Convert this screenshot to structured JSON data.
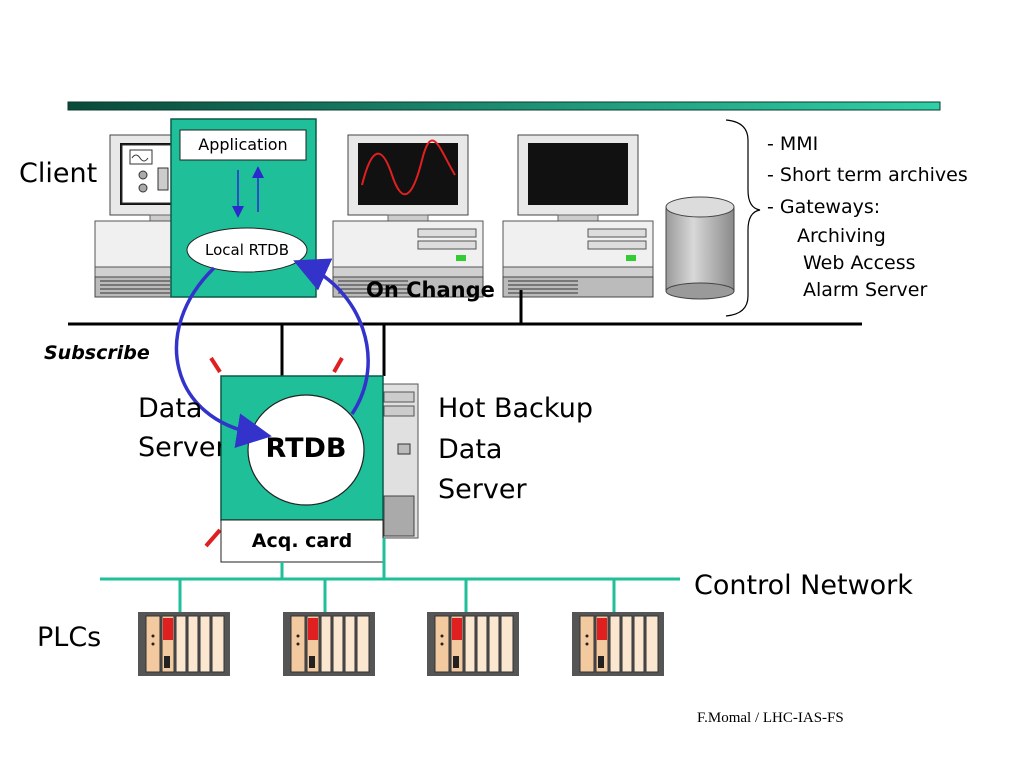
{
  "labels": {
    "client": "Client",
    "application": "Application",
    "local_rtdb": "Local RTDB",
    "on_change": "On Change",
    "subscribe": "Subscribe",
    "data_server_line1": "Data",
    "data_server_line2": "Server",
    "rtdb": "RTDB",
    "acq_card": "Acq. card",
    "hot_backup_line1": "Hot Backup",
    "hot_backup_line2": "Data",
    "hot_backup_line3": "Server",
    "control_network": "Control Network",
    "plcs": "PLCs",
    "footer": "F.Momal / LHC-IAS-FS"
  },
  "features": {
    "items": [
      "- MMI",
      "- Short term archives",
      "- Gateways:"
    ],
    "gateways": [
      "Archiving",
      "Web Access",
      "Alarm Server"
    ]
  },
  "colors": {
    "teal": "#1fbf9a",
    "dark_teal": "#0a5a4a",
    "arrow_blue": "#3333cc",
    "network_line": "#1fbf9a",
    "plc_red": "#e02020"
  }
}
